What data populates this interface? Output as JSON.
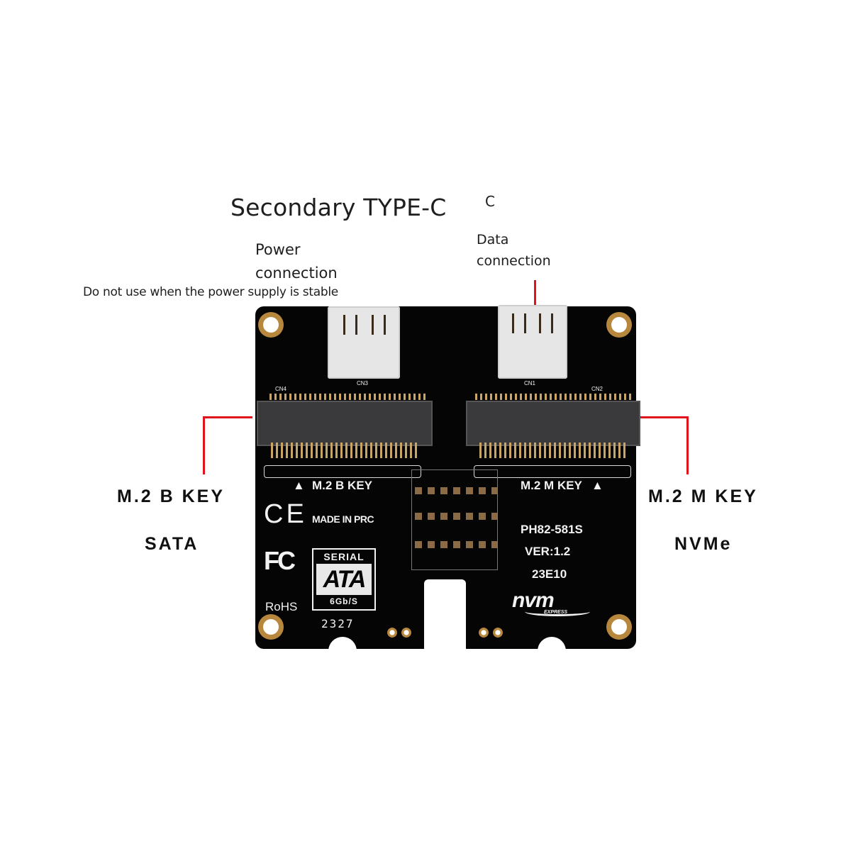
{
  "annotations": {
    "title": "Secondary TYPE-C",
    "title_fragment": "C",
    "power_label_line1": "Power",
    "power_label_line2": "connection",
    "power_note": "Do not use when the power supply is stable",
    "data_label_line1": "Data",
    "data_label_line2": "connection"
  },
  "left_callout": {
    "key": "M.2 B KEY",
    "protocol": "SATA"
  },
  "right_callout": {
    "key": "M.2 M KEY",
    "protocol": "NVMe"
  },
  "board": {
    "left_connector_ref": "CN3",
    "right_connector_ref": "CN1",
    "left_slot_ref": "CN4",
    "right_slot_ref": "CN2",
    "left_slot_silk": "M.2 B KEY",
    "right_slot_silk": "M.2 M KEY",
    "made_in": "MADE IN PRC",
    "model": "PH82-581S",
    "version": "VER:1.2",
    "batch": "23E10",
    "date_code": "2327",
    "cert_ce": "CE",
    "cert_fc": "FC",
    "cert_rohs": "RoHS",
    "sata_logo_top": "SERIAL",
    "sata_logo_mid": "ATA",
    "sata_logo_bottom": "6Gb/S",
    "nvme_logo": "nvm",
    "nvme_logo_sub": "EXPRESS",
    "colors": {
      "pcb": "#050505",
      "callout_line": "#e0121b",
      "mounting_ring": "#b8873e",
      "connector_shell": "#e6e6e6",
      "m2_slot": "#3a3a3c"
    }
  }
}
